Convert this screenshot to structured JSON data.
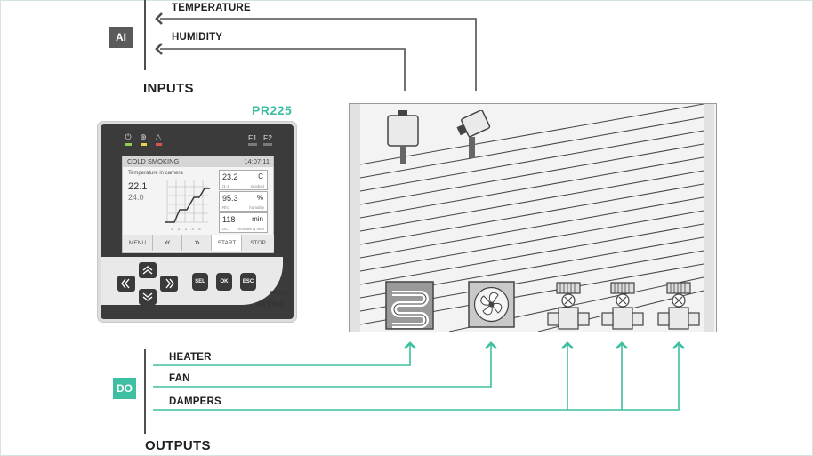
{
  "colors": {
    "accent": "#3fbfa2",
    "line": "#505050",
    "tag_ai": "#5a5a5a",
    "tag_do": "#3fbfa2"
  },
  "inputs": {
    "section_label": "INPUTS",
    "tag": "AI",
    "signals": [
      "TEMPERATURE",
      "HUMIDITY"
    ]
  },
  "outputs": {
    "section_label": "OUTPUTS",
    "tag": "DO",
    "signals": [
      "HEATER",
      "FAN",
      "DAMPERS"
    ]
  },
  "controller": {
    "model": "PR225",
    "indicators": {
      "power": "⏻",
      "output": "⊕",
      "alarm": "△",
      "f1": "F1",
      "f2": "F2"
    },
    "screen": {
      "title": "COLD SMOKING",
      "clock": "14:07:11",
      "subtitle": "Temperature in camera",
      "main_value": "22.1",
      "set_value": "24.0",
      "chart_ticks": [
        "1",
        "2",
        "3",
        "4",
        "5"
      ],
      "boxes": [
        {
          "value": "23.2",
          "unit": "C",
          "key": "t1-2",
          "name": "product"
        },
        {
          "value": "95.3",
          "unit": "%",
          "key": "Rh1",
          "name": "humidity"
        },
        {
          "value": "118",
          "unit": "min",
          "key": "DC",
          "name": "remaining time"
        }
      ],
      "buttons": [
        "MENU",
        "«",
        "»",
        "START",
        "STOP"
      ]
    },
    "keys": [
      "SEL",
      "OK",
      "ESC"
    ],
    "brand_model": "PR225",
    "brand": "akYtec"
  },
  "devices": {
    "sensors": [
      "temperature-sensor-icon",
      "humidity-sensor-icon"
    ],
    "heater": "heater-icon",
    "fan": "fan-icon",
    "dampers": [
      "damper-icon",
      "damper-icon",
      "damper-icon"
    ]
  }
}
